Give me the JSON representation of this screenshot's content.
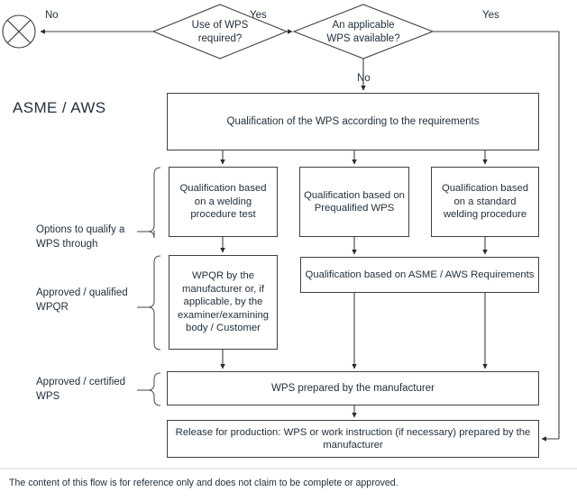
{
  "diagram": {
    "title": "ASME / AWS",
    "footer_note": "The content of this flow is for reference only and does not claim to be complete or approved.",
    "terminator": {
      "name": "stop-terminator",
      "shape": "circle-with-x"
    },
    "decisions": [
      {
        "id": "d1",
        "text_line1": "Use of WPS",
        "text_line2": "required?"
      },
      {
        "id": "d2",
        "text_line1": "An applicable",
        "text_line2": "WPS available?"
      }
    ],
    "edge_labels": {
      "no_to_terminator": "No",
      "yes_d1_to_d2": "Yes",
      "yes_d2_to_release": "Yes",
      "no_d2_to_qualification": "No"
    },
    "boxes": {
      "qualification_requirements": "Qualification of the WPS according to the requirements",
      "option_welding_test": "Qualification based on a welding procedure  test",
      "option_prequalified": "Qualification based on Prequalified WPS",
      "option_standard": "Qualification based on a standard welding procedure",
      "wpqr": "WPQR by the manufacturer or, if applicable, by the examiner/examining body / Customer",
      "asme_aws_requirements": "Qualification based on ASME / AWS Requirements",
      "wps_prepared": "WPS prepared by the manufacturer",
      "release_production": "Release for production: WPS or work instruction (if necessary) prepared by the manufacturer"
    },
    "side_labels": [
      {
        "id": "options",
        "line1": "Options to qualify a",
        "line2": "WPS through"
      },
      {
        "id": "wpqr",
        "line1": "Approved / qualified",
        "line2": "WPQR"
      },
      {
        "id": "wps",
        "line1": "Approved / certified",
        "line2": "WPS"
      }
    ],
    "colors": {
      "stroke": "#3f3f3f",
      "text": "#23303c",
      "background": "#ffffff",
      "bracket": "#555555"
    }
  }
}
